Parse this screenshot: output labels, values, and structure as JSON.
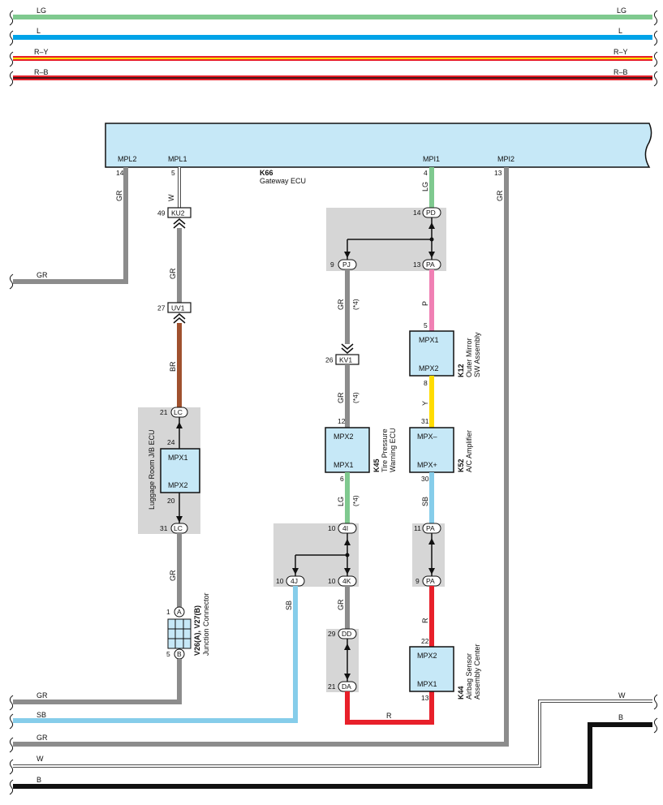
{
  "colors": {
    "LG": "#7fc98f",
    "L": "#00a3e8",
    "SB": "#86cdea",
    "GR": "#8c8c8c",
    "BR": "#a0512e",
    "R": "#e8202a",
    "RY_stripe": "#f7e000",
    "P": "#f080b4",
    "Y": "#ffdc00",
    "B": "#111111",
    "W": "#ffffff",
    "ecu_fill": "#c6e8f7",
    "panel": "#d6d6d6"
  },
  "top_wires": [
    {
      "left": "LG",
      "right": "LG"
    },
    {
      "left": "L",
      "right": "L"
    },
    {
      "left": "R–Y",
      "right": "R–Y"
    },
    {
      "left": "R–B",
      "right": "R–B"
    }
  ],
  "gateway": {
    "code": "K66",
    "name": "Gateway ECU",
    "pins": {
      "mpl2": {
        "label": "MPL2",
        "num": "14"
      },
      "mpl1": {
        "label": "MPL1",
        "num": "5"
      },
      "mpi1": {
        "label": "MPI1",
        "num": "4"
      },
      "mpi2": {
        "label": "MPI2",
        "num": "13"
      }
    }
  },
  "wires": {
    "gr1": "GR",
    "gr_branch": "GR",
    "w1": "W",
    "gr2": "GR",
    "br": "BR",
    "gr3": "GR",
    "lg1": "LG",
    "gr_pj": "GR",
    "note4": "(*4)",
    "gr_kv": "GR",
    "lg_k45": "LG",
    "sb_4j": "SB",
    "gr_4k": "GR",
    "p": "P",
    "y": "Y",
    "sb_k52": "SB",
    "r_pa": "R",
    "gr_mpi2": "GR",
    "r_bottom": "R"
  },
  "connectors": {
    "ku2": {
      "code": "KU2",
      "pin": "49"
    },
    "uv1": {
      "code": "UV1",
      "pin": "27"
    },
    "kv1": {
      "code": "KV1",
      "pin": "26"
    },
    "pd": {
      "code": "PD",
      "pin": "14"
    },
    "pj": {
      "code": "PJ",
      "pin": "9"
    },
    "pa13": {
      "code": "PA",
      "pin": "13"
    },
    "lc21": {
      "code": "LC",
      "pin": "21"
    },
    "lc31": {
      "code": "LC",
      "pin": "31"
    },
    "i4": {
      "code": "4I",
      "pin": "10"
    },
    "j4": {
      "code": "4J",
      "pin": "10"
    },
    "k4": {
      "code": "4K",
      "pin": "10"
    },
    "dd": {
      "code": "DD",
      "pin": "29"
    },
    "da": {
      "code": "DA",
      "pin": "21"
    },
    "pa11": {
      "code": "PA",
      "pin": "11"
    },
    "pa9": {
      "code": "PA",
      "pin": "9"
    },
    "jcA": {
      "code": "A",
      "pin": "1"
    },
    "jcB": {
      "code": "B",
      "pin": "5"
    }
  },
  "modules": {
    "luggage": {
      "name": "Luggage Room J/B ECU",
      "mpx1": "MPX1",
      "mpx2": "MPX2",
      "pin_top": "24",
      "pin_bot": "20"
    },
    "k45": {
      "code": "K45",
      "name1": "Tire Pressure",
      "name2": "Warning ECU",
      "top": "MPX2",
      "bot": "MPX1",
      "pin_top": "12",
      "pin_bot": "6"
    },
    "k12": {
      "code": "K12",
      "name1": "Outer Mirror",
      "name2": "SW Assembly",
      "top": "MPX1",
      "bot": "MPX2",
      "pin_top": "5",
      "pin_bot": "8"
    },
    "k52": {
      "code": "K52",
      "name1": "A/C Amplifier",
      "top": "MPX–",
      "bot": "MPX+",
      "pin_top": "31",
      "pin_bot": "30"
    },
    "k44": {
      "code": "K44",
      "name1": "Airbag Sensor",
      "name2": "Assembly Center",
      "top": "MPX2",
      "bot": "MPX1",
      "pin_top": "22",
      "pin_bot": "13"
    },
    "junction": {
      "code": "V26(A), V27(B)",
      "name": "Junction Connector"
    }
  },
  "bottom_wires": {
    "gr_a": "GR",
    "sb": "SB",
    "gr_b": "GR",
    "w_left": "W",
    "b_left": "B",
    "w_right": "W",
    "b_right": "B"
  }
}
